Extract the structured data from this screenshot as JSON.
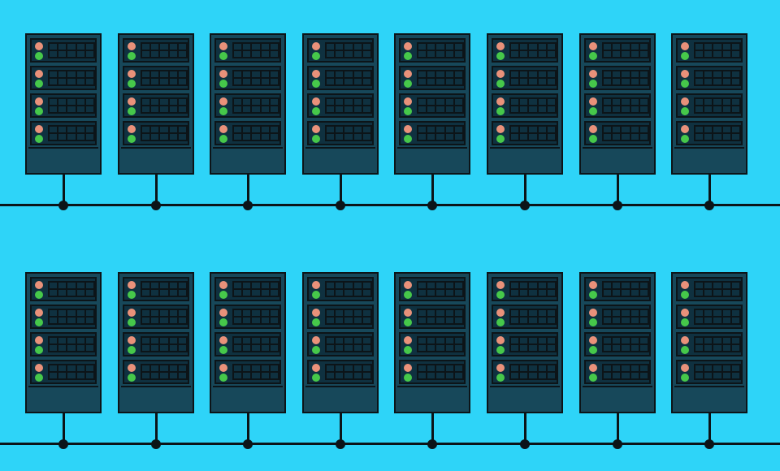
{
  "colors": {
    "background": "#2ed4f8",
    "rack_body": "#17485a",
    "rack_face": "#0f3140",
    "outline": "#0c1418",
    "status_led": "#e9917a",
    "power_led": "#46c84a",
    "bus_line": "#0c1418"
  },
  "rows": [
    {
      "name": "top-row",
      "rack_count": 8,
      "units_per_rack": 4
    },
    {
      "name": "bottom-row",
      "rack_count": 8,
      "units_per_rack": 4
    }
  ]
}
